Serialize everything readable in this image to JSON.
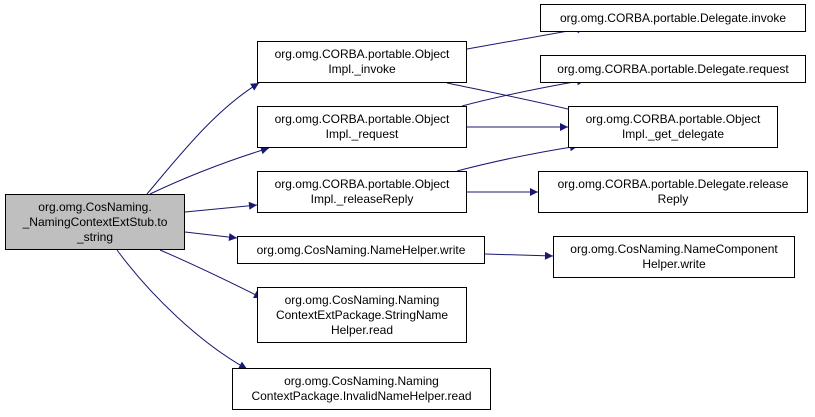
{
  "diagram": {
    "edge_color": "#191970",
    "root_fill": "#bfbfbf",
    "nodes": [
      {
        "id": "to_string",
        "root": true,
        "lines": [
          "org.omg.CosNaming.",
          "_NamingContextExtStub.to",
          "_string"
        ]
      },
      {
        "id": "objimpl_invoke",
        "lines": [
          "org.omg.CORBA.portable.Object",
          "Impl._invoke"
        ]
      },
      {
        "id": "objimpl_request",
        "lines": [
          "org.omg.CORBA.portable.Object",
          "Impl._request"
        ]
      },
      {
        "id": "objimpl_releasereply",
        "lines": [
          "org.omg.CORBA.portable.Object",
          "Impl._releaseReply"
        ]
      },
      {
        "id": "namehelper_write",
        "lines": [
          "org.omg.CosNaming.NameHelper.write"
        ]
      },
      {
        "id": "stringnamehelper_read",
        "lines": [
          "org.omg.CosNaming.Naming",
          "ContextExtPackage.StringName",
          "Helper.read"
        ]
      },
      {
        "id": "invalidnamehelper_read",
        "lines": [
          "org.omg.CosNaming.Naming",
          "ContextPackage.InvalidNameHelper.read"
        ]
      },
      {
        "id": "delegate_invoke",
        "lines": [
          "org.omg.CORBA.portable.Delegate.invoke"
        ]
      },
      {
        "id": "delegate_request",
        "lines": [
          "org.omg.CORBA.portable.Delegate.request"
        ]
      },
      {
        "id": "objimpl_get_delegate",
        "lines": [
          "org.omg.CORBA.portable.Object",
          "Impl._get_delegate"
        ]
      },
      {
        "id": "delegate_releasereply",
        "lines": [
          "org.omg.CORBA.portable.Delegate.release",
          "Reply"
        ]
      },
      {
        "id": "namecomponenthelper_write",
        "lines": [
          "org.omg.CosNaming.NameComponent",
          "Helper.write"
        ]
      }
    ],
    "edges": [
      {
        "from": "to_string",
        "to": "objimpl_invoke"
      },
      {
        "from": "to_string",
        "to": "objimpl_request"
      },
      {
        "from": "to_string",
        "to": "objimpl_releasereply"
      },
      {
        "from": "to_string",
        "to": "namehelper_write"
      },
      {
        "from": "to_string",
        "to": "stringnamehelper_read"
      },
      {
        "from": "to_string",
        "to": "invalidnamehelper_read"
      },
      {
        "from": "objimpl_invoke",
        "to": "delegate_invoke"
      },
      {
        "from": "objimpl_invoke",
        "to": "objimpl_get_delegate"
      },
      {
        "from": "objimpl_request",
        "to": "delegate_request"
      },
      {
        "from": "objimpl_request",
        "to": "objimpl_get_delegate"
      },
      {
        "from": "objimpl_releasereply",
        "to": "objimpl_get_delegate"
      },
      {
        "from": "objimpl_releasereply",
        "to": "delegate_releasereply"
      },
      {
        "from": "namehelper_write",
        "to": "namecomponenthelper_write"
      }
    ]
  }
}
